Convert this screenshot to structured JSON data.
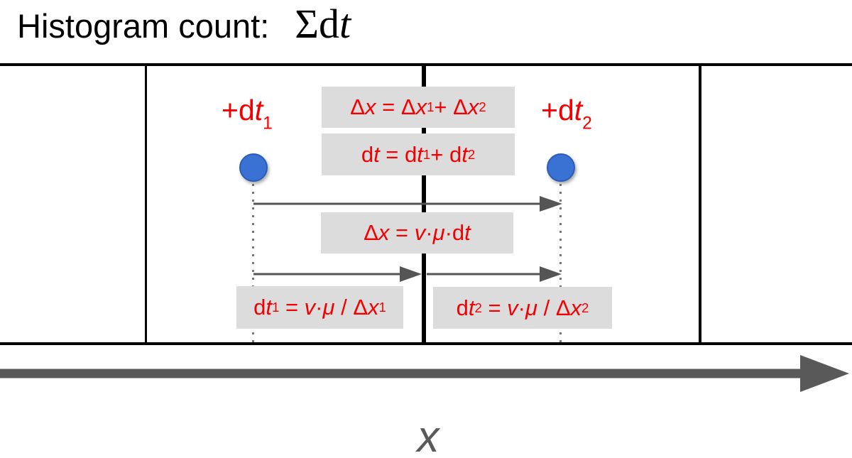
{
  "title": {
    "label": "Histogram count:",
    "math": [
      {
        "t": "Σ",
        "s": "u"
      },
      {
        "t": "d",
        "s": "u"
      },
      {
        "t": "t",
        "s": "i"
      }
    ]
  },
  "events": [
    {
      "name": "event-1",
      "label": [
        {
          "t": "+d",
          "s": "u"
        },
        {
          "t": "t",
          "s": "i"
        },
        {
          "t": "1",
          "s": "sub"
        }
      ]
    },
    {
      "name": "event-2",
      "label": [
        {
          "t": "+d",
          "s": "u"
        },
        {
          "t": "t",
          "s": "i"
        },
        {
          "t": "2",
          "s": "sub"
        }
      ]
    }
  ],
  "formulas": {
    "dx_sum": [
      {
        "t": "Δ",
        "s": "u"
      },
      {
        "t": "x",
        "s": "i"
      },
      {
        "t": " = ",
        "s": "u"
      },
      {
        "t": "Δ",
        "s": "u"
      },
      {
        "t": "x",
        "s": "i"
      },
      {
        "t": "1",
        "s": "sub"
      },
      {
        "t": "+ ",
        "s": "u"
      },
      {
        "t": "Δ",
        "s": "u"
      },
      {
        "t": "x",
        "s": "i"
      },
      {
        "t": "2",
        "s": "sub"
      }
    ],
    "dt_sum": [
      {
        "t": "d",
        "s": "u"
      },
      {
        "t": "t",
        "s": "i"
      },
      {
        "t": " = ",
        "s": "u"
      },
      {
        "t": "d",
        "s": "u"
      },
      {
        "t": "t",
        "s": "i"
      },
      {
        "t": "1",
        "s": "sub"
      },
      {
        "t": "+ ",
        "s": "u"
      },
      {
        "t": "d",
        "s": "u"
      },
      {
        "t": "t",
        "s": "i"
      },
      {
        "t": "2",
        "s": "sub"
      }
    ],
    "dx_v_mu_dt": [
      {
        "t": "Δ",
        "s": "u"
      },
      {
        "t": "x",
        "s": "i"
      },
      {
        "t": " = ",
        "s": "u"
      },
      {
        "t": "v",
        "s": "i"
      },
      {
        "t": "·",
        "s": "u"
      },
      {
        "t": "μ",
        "s": "i"
      },
      {
        "t": "·",
        "s": "u"
      },
      {
        "t": "d",
        "s": "u"
      },
      {
        "t": "t",
        "s": "i"
      }
    ],
    "dt1": [
      {
        "t": "d",
        "s": "u"
      },
      {
        "t": "t",
        "s": "i"
      },
      {
        "t": "1",
        "s": "sub"
      },
      {
        "t": " = ",
        "s": "u"
      },
      {
        "t": "v",
        "s": "i"
      },
      {
        "t": "·",
        "s": "u"
      },
      {
        "t": "μ",
        "s": "i"
      },
      {
        "t": " / ",
        "s": "u"
      },
      {
        "t": "Δ",
        "s": "u"
      },
      {
        "t": "x",
        "s": "i"
      },
      {
        "t": "1",
        "s": "sub"
      }
    ],
    "dt2": [
      {
        "t": "d",
        "s": "u"
      },
      {
        "t": "t",
        "s": "i"
      },
      {
        "t": "2",
        "s": "sub"
      },
      {
        "t": " = ",
        "s": "u"
      },
      {
        "t": "v",
        "s": "i"
      },
      {
        "t": "·",
        "s": "u"
      },
      {
        "t": "μ",
        "s": "i"
      },
      {
        "t": " / ",
        "s": "u"
      },
      {
        "t": "Δ",
        "s": "u"
      },
      {
        "t": "x",
        "s": "i"
      },
      {
        "t": "2",
        "s": "sub"
      }
    ]
  },
  "axis": {
    "label": "x"
  },
  "colors": {
    "formula_red": "#f40000",
    "dot_blue": "#3a72d4",
    "dot_blue_border": "#2a5db8",
    "box_gray": "#dcdcdc",
    "line_black": "#000000",
    "arrow_gray": "#555555",
    "axis_arrow_gray": "#595959",
    "dotted_gray": "#777777"
  }
}
